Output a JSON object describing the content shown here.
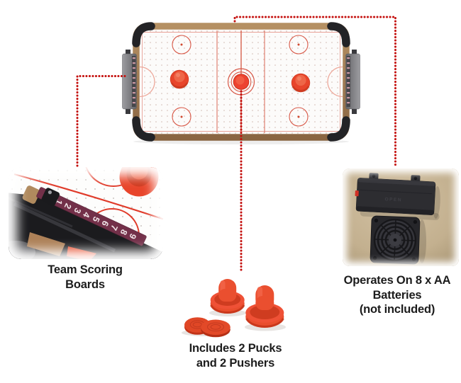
{
  "colors": {
    "accent_red": "#e8452b",
    "marking_red": "#d85847",
    "leader_red": "#c4100e",
    "wood_brown": "#a0774f",
    "rail_maroon": "#733049",
    "photo_tan": "#c8b495",
    "text_ink": "#1c1c1c",
    "part_black": "#1b1b1e",
    "board_gray": "#8d8d91"
  },
  "callouts": {
    "scoring": {
      "label_line1": "Team Scoring",
      "label_line2": "Boards",
      "board_digits": [
        "1",
        "2",
        "3",
        "4",
        "5",
        "6",
        "7",
        "8",
        "9"
      ]
    },
    "accessories": {
      "label_line1": "Includes 2 Pucks",
      "label_line2": "and 2 Pushers"
    },
    "battery": {
      "label_line1": "Operates On 8 x AA",
      "label_line2": "Batteries",
      "label_line3": "(not included)",
      "compartment_label": "OPEN"
    }
  }
}
